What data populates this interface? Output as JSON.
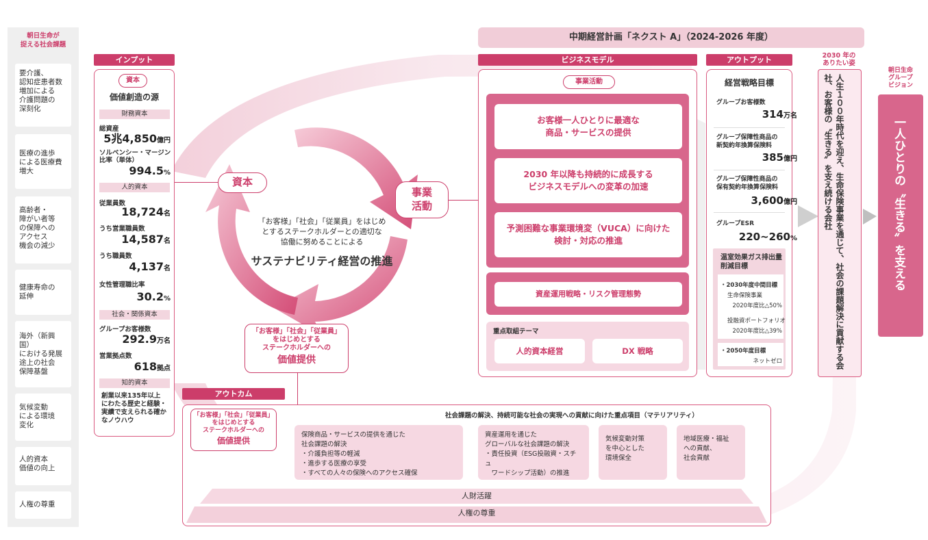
{
  "left_column": {
    "header": "朝日生命が\n捉える社会課題",
    "issues": [
      "要介護、\n認知症患者数\n増加による\n介護問題の\n深刻化",
      "医療の進歩\nによる医療費\n増大",
      "高齢者・\n障がい者等\nの保障への\nアクセス\n機会の減少",
      "健康寿命の\n延伸",
      "海外（新興国）\nにおける発展\n途上の社会\n保障基盤",
      "気候変動\nによる環境\n変化",
      "人的資本\n価値の向上",
      "人権の尊重"
    ]
  },
  "input": {
    "header": "インプット",
    "pill": "資本",
    "title": "価値創造の源",
    "financial": {
      "subhead": "財務資本",
      "items": [
        {
          "label": "総資産",
          "value": "5兆4,850",
          "unit": "億円"
        },
        {
          "label": "ソルベンシー・マージン\n比率（単体）",
          "value": "994.5",
          "unit": "%"
        }
      ]
    },
    "human": {
      "subhead": "人的資本",
      "items": [
        {
          "label": "従業員数",
          "value": "18,724",
          "unit": "名"
        },
        {
          "label": "うち営業職員数",
          "value": "14,587",
          "unit": "名"
        },
        {
          "label": "うち職員数",
          "value": "4,137",
          "unit": "名"
        },
        {
          "label": "女性管理職比率",
          "value": "30.2",
          "unit": "%"
        }
      ]
    },
    "social": {
      "subhead": "社会・関係資本",
      "items": [
        {
          "label": "グループお客様数",
          "value": "292.9",
          "unit": "万名"
        },
        {
          "label": "営業拠点数",
          "value": "618",
          "unit": "拠点"
        }
      ]
    },
    "intellectual": {
      "subhead": "知的資本",
      "text": "創業以来135年以上\nにわたる歴史と経験・\n実績で支えられる確か\nなノウハウ"
    }
  },
  "plan_banner": "中期経営計画「ネクスト A」（2024-2026 年度）",
  "cycle": {
    "label_capital": "資本",
    "label_business": "事業\n活動",
    "center_text": "「お客様」「社会」「従業員」をはじめ\nとするステークホルダーとの適切な\n協働に努めることによる",
    "center_title": "サステナビリティ経営の推進",
    "value_label_top": "「お客様」「社会」「従業員」\nをはじめとする\nステークホルダーへの",
    "value_label_main": "価値提供"
  },
  "business_model": {
    "header": "ビジネスモデル",
    "pill": "事業活動",
    "items": [
      "お客様一人ひとりに最適な\n商品・サービスの提供",
      "2030 年以降も持続的に成長する\nビジネスモデルへの変革の加速",
      "予測困難な事業環境変（VUCA）に向けた\n検討・対応の推進"
    ],
    "asset_item": "資産運用戦略・リスク管理態勢",
    "theme_label": "重点取組テーマ",
    "themes": [
      "人的資本経営",
      "DX 戦略"
    ]
  },
  "output": {
    "header": "アウトプット",
    "title": "経営戦略目標",
    "items": [
      {
        "label": "グループお客様数",
        "value": "314",
        "unit": "万名"
      },
      {
        "label": "グループ保障性商品の\n新契約年換算保険料",
        "value": "385",
        "unit": "億円"
      },
      {
        "label": "グループ保障性商品の\n保有契約年換算保険料",
        "value": "3,600",
        "unit": "億円"
      },
      {
        "label": "グループESR",
        "value": "220~260",
        "unit": "%"
      }
    ],
    "ghg": {
      "title": "温室効果ガス排出量\n削減目標",
      "mid_label": "・2030年度中間目標",
      "mid_sub1": "生命保険事業",
      "mid_val1": "2020年度比△50%",
      "mid_sub2": "投融資ポートフォリオ",
      "mid_val2": "2020年度比△39%",
      "final_label": "・2050年度目標",
      "final_val": "ネットゼロ"
    }
  },
  "vision2030": {
    "header": "2030 年の\nありたい姿",
    "text": "人生１００年時代を迎え、生命保険事業を通じて、社会の課題解決に貢献する会社、お客様の〝生きる〟を支え続ける会社"
  },
  "group_vision": {
    "header": "朝日生命\nグループ\nビジョン",
    "text": "一人ひとりの〝生きる〟を支える"
  },
  "outcome": {
    "header": "アウトカム",
    "label_top": "「お客様」「社会」「従業員」\nをはじめとする\nステークホルダーへの",
    "label_main": "価値提供",
    "materiality_title": "社会課題の解決、持続可能な社会の実現への貢献に向けた重点項目（マテリアリティ）",
    "boxes": [
      "保険商品・サービスの提供を通じた\n社会課題の解決\n・介護負担等の軽減\n・進歩する医療の享受\n・すべての人々の保険へのアクセス確保",
      "資産運用を通じた\nグローバルな社会課題の解決\n・責任投資（ESG投融資・スチュ\n　ワードシップ活動）の推進",
      "気候変動対策\nを中心とした\n環境保全",
      "地域医療・福祉\nへの貢献、\n社会貢献"
    ],
    "base1": "人財活躍",
    "base2": "人権の尊重"
  },
  "colors": {
    "accent": "#cc3d6a",
    "light": "#f3d6df",
    "panel": "#d9587f"
  }
}
